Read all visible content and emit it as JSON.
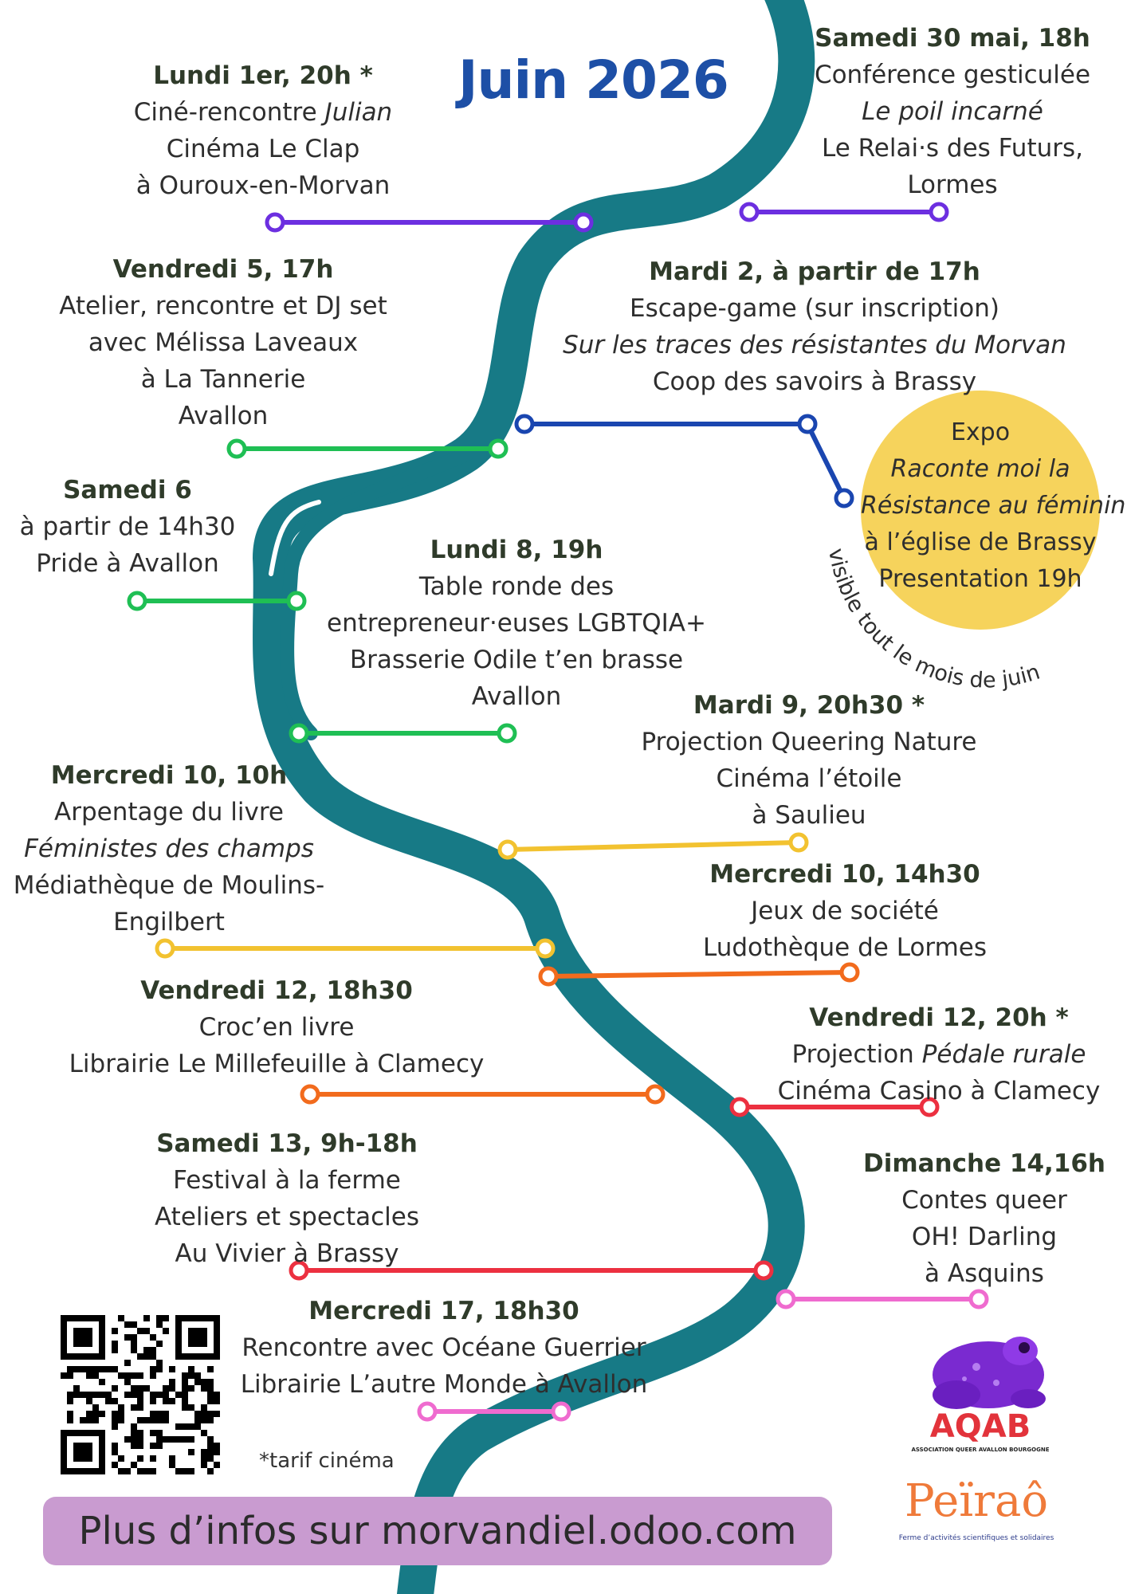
{
  "title": "Juin 2026",
  "colors": {
    "river": "#177a86",
    "purple": "#6c2fe0",
    "blue": "#1a46b0",
    "green": "#1fbf54",
    "yellow": "#f2c230",
    "orange": "#f26b1d",
    "red": "#ec3040",
    "pink": "#ef6bcf",
    "expo_circle": "#f6d35c",
    "banner": "#c99bd0",
    "title": "#1d4fa6"
  },
  "events": [
    {
      "heading": "Lundi 1er, 20h *",
      "lines": [
        "Ciné-rencontre |Julian",
        "Cinéma Le Clap",
        "à Ouroux-en-Morvan"
      ]
    },
    {
      "heading": "Samedi 30 mai, 18h",
      "lines": [
        "Conférence gesticulée",
        "|Le poil incarné",
        "Le Relai·s des Futurs,",
        "Lormes"
      ]
    },
    {
      "heading": "Vendredi 5, 17h",
      "lines": [
        "Atelier, rencontre et DJ set",
        "avec Mélissa Laveaux",
        "à La Tannerie",
        "Avallon"
      ]
    },
    {
      "heading": "Mardi 2, à partir de 17h",
      "lines": [
        "Escape-game (sur inscription)",
        "|Sur les traces des résistantes du Morvan",
        "Coop des savoirs à Brassy"
      ]
    },
    {
      "heading": "Samedi 6",
      "lines": [
        "à partir de 14h30",
        "Pride à Avallon"
      ]
    },
    {
      "heading": "Lundi 8, 19h",
      "lines": [
        "Table ronde des",
        "entrepreneur·euses LGBTQIA+",
        "Brasserie Odile t’en brasse",
        "Avallon"
      ]
    },
    {
      "heading": "Mardi 9, 20h30 *",
      "lines": [
        "Projection Queering Nature",
        "Cinéma l’étoile",
        "à Saulieu"
      ]
    },
    {
      "heading": "Mercredi 10, 10h",
      "lines": [
        "Arpentage du livre",
        "|Féministes des champs",
        "Médiathèque de Moulins-",
        "Engilbert"
      ]
    },
    {
      "heading": "Mercredi 10, 14h30",
      "lines": [
        "Jeux de société",
        "Ludothèque de Lormes"
      ]
    },
    {
      "heading": "Vendredi 12, 18h30",
      "lines": [
        "Croc’en livre",
        "Librairie Le Millefeuille à Clamecy"
      ]
    },
    {
      "heading": "Vendredi 12, 20h *",
      "lines": [
        "Projection |Pédale rurale",
        "Cinéma Casino à Clamecy"
      ]
    },
    {
      "heading": "Samedi 13, 9h-18h",
      "lines": [
        "Festival à la ferme",
        "Ateliers et spectacles",
        "Au Vivier à Brassy"
      ]
    },
    {
      "heading": "Dimanche 14,16h",
      "lines": [
        "Contes queer",
        "OH! Darling",
        "à Asquins"
      ]
    },
    {
      "heading": "Mercredi 17, 18h30",
      "lines": [
        "Rencontre avec Océane Guerrier",
        "Librairie L’autre Monde à Avallon"
      ]
    }
  ],
  "expo": {
    "lines": [
      "Expo",
      "Raconte moi la",
      "Résistance au féminin",
      "à l’église de Brassy",
      "Presentation 19h"
    ],
    "curved_text": "visible tout le mois de juin"
  },
  "note": "*tarif cinéma",
  "banner": "Plus d’infos sur morvandiel.odoo.com",
  "logos": {
    "aqab_letters": "AQAB",
    "aqab_caption": "ASSOCIATION QUEER AVALLON BOURGOGNE",
    "peirao_name": "Peïraô",
    "peirao_caption": "Ferme d’activités scientifiques et solidaires"
  },
  "icons": [
    "qr-code-icon",
    "frog-logo-icon",
    "peirao-logo-icon"
  ]
}
